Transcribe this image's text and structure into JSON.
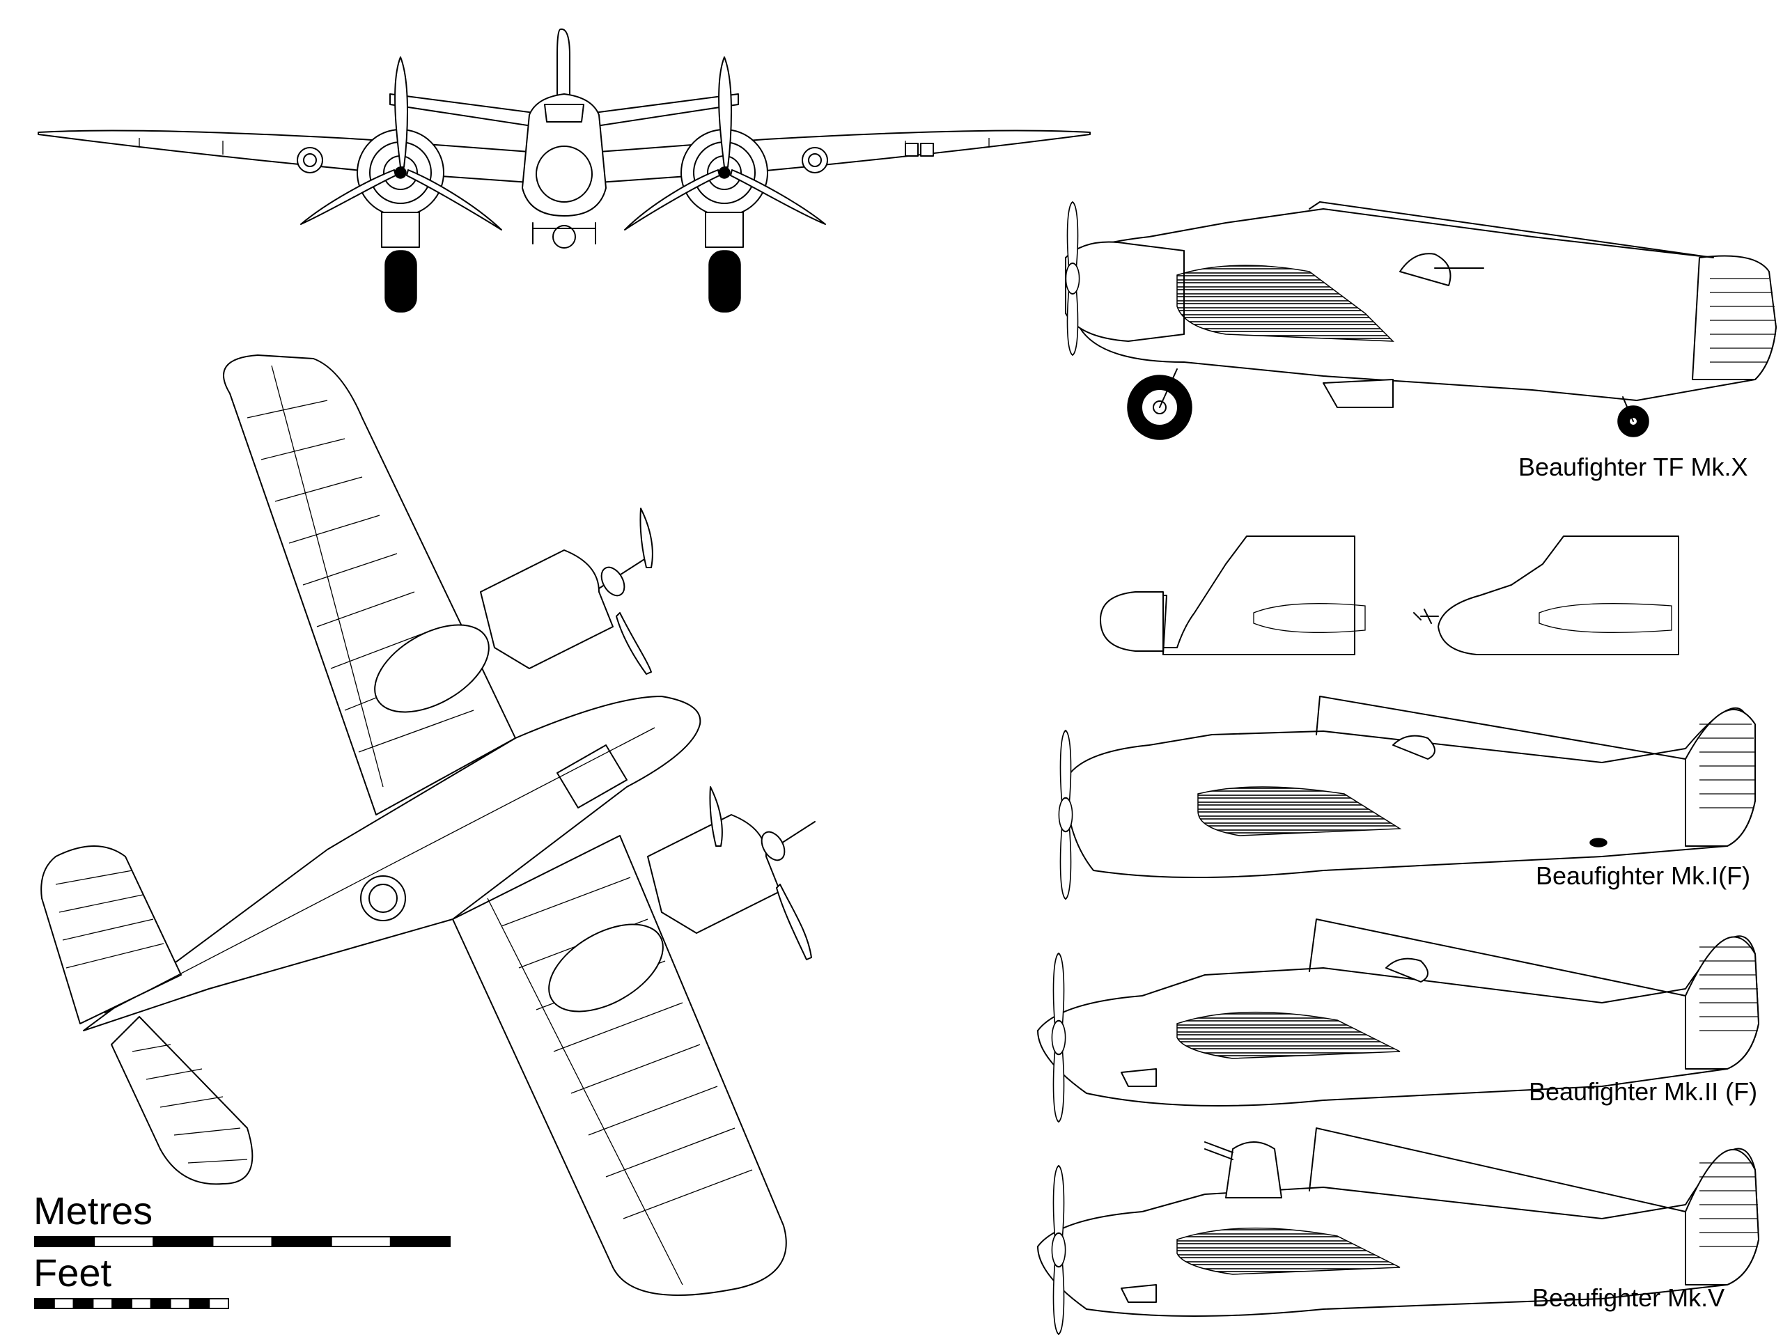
{
  "labels": {
    "tf_mk_x": "Beaufighter  TF Mk.X",
    "mk_i_f": "Beaufighter Mk.I(F)",
    "mk_ii_f": "Beaufighter Mk.II (F)",
    "mk_v": "Beaufighter Mk.V"
  },
  "scale": {
    "metres_label": "Metres",
    "feet_label": "Feet",
    "metres_segments": 7,
    "feet_segments": 10
  },
  "colors": {
    "ink": "#000000",
    "paper": "#ffffff"
  }
}
